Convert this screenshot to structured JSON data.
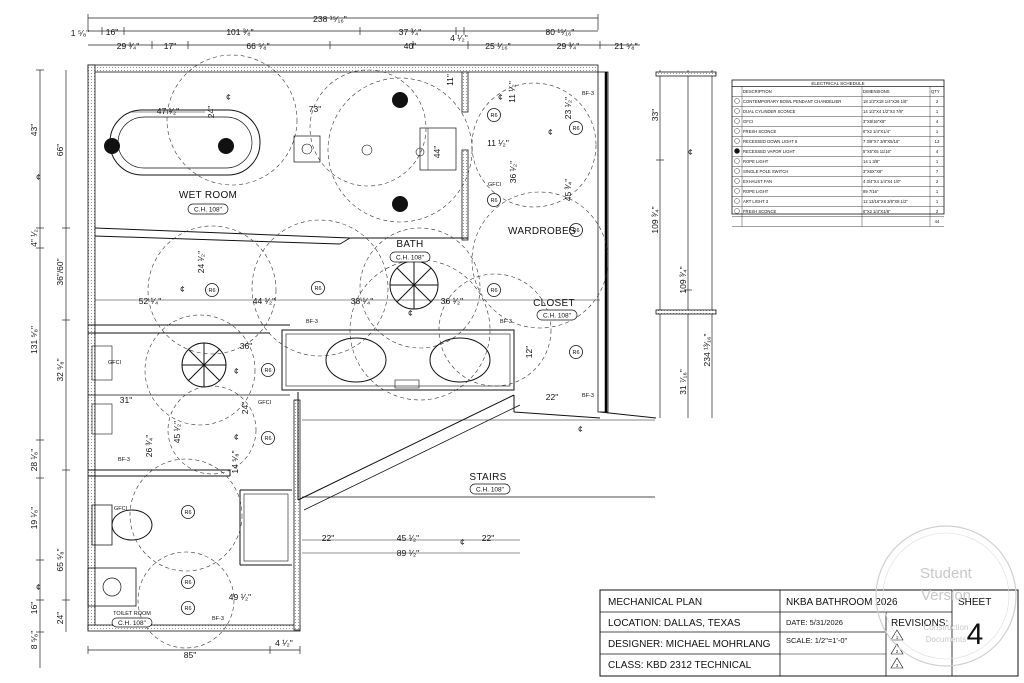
{
  "overall_dims": {
    "top_total": "238 ¹⁵⁄₁₆\"",
    "top_row1": [
      "1 ⁵⁄₈\"",
      "16\"",
      "101 ³⁄₈\"",
      "37 ³⁄₄\"",
      "4 ¹⁄₂\"",
      "80 ¹⁵⁄₁₆\""
    ],
    "top_row2": [
      "29 ³⁄₄\"",
      "17\"",
      "66 ⁵⁄₈\"",
      "40\"",
      "25 ¹⁄₁₆\"",
      "29 ³⁄₄\"",
      "21 ⁵⁄₈\""
    ],
    "left_col1": [
      "43\"",
      "4\" ¹⁄₂",
      "131 ⁵⁄₈\"",
      "28 ¹⁄₈\"",
      "19 ¹⁄₈\"",
      "16\"",
      "8 ⁵⁄₈\""
    ],
    "left_col2": [
      "66\"",
      "36\"/60\"",
      "32 ⁵⁄₈\"",
      "65 ⁵⁄₈\"",
      "24\""
    ],
    "right_col": [
      "33\"",
      "109 ³⁄₄\"",
      "109 ³⁄₄\"",
      "31 ⁷⁄₁₆\"",
      "234 ¹³⁄₁₆\""
    ],
    "interior": [
      "47 ¹⁄₂\"",
      "73\"",
      "24\"",
      "11\"",
      "11 ¹⁄₂\"",
      "23 ¹⁄₂\"",
      "11 ¹⁄₂\"",
      "44\"",
      "36 ¹⁄₂\"",
      "45 ³⁄₄\"",
      "24 ¹⁄₂\"",
      "52 ¹⁄₄\"",
      "44 ¹⁄₂\"",
      "38 ¹⁄₄\"",
      "36 ¹⁄₂\"",
      "36\"",
      "31\"",
      "24\"",
      "45 ¹⁄₂\"",
      "26 ³⁄₄\"",
      "14 ⁵⁄₈\"",
      "22\"",
      "45 ¹⁄₂\"",
      "89 ¹⁄₂\"",
      "22\"",
      "49 ¹⁄₂\"",
      "85\"",
      "4 ¹⁄₂\"",
      "22\"",
      "12\""
    ]
  },
  "rooms": [
    {
      "name": "WET ROOM",
      "ch": "C.H. 108\""
    },
    {
      "name": "BATH",
      "ch": "C.H. 108\""
    },
    {
      "name": "WARDROBES",
      "ch": ""
    },
    {
      "name": "CLOSET",
      "ch": "C.H. 108\""
    },
    {
      "name": "STAIRS",
      "ch": "C.H. 108\""
    },
    {
      "name": "TOILET ROOM",
      "ch": "C.H. 108\""
    }
  ],
  "tags": {
    "recessed": "R6",
    "gfci": "GFCI",
    "bf3": "BF-3",
    "centerline": "¢"
  },
  "schedule": {
    "title": "ELECTRICAL SCHEDULE",
    "headers": [
      "DESCRIPTION",
      "DIMENSIONS",
      "QTY"
    ],
    "rows": [
      [
        "CONTEMPORARY BOWL PENDANT CHANDELIER",
        "18 1/2\"X18 1/4\"X26 1/6\"",
        "2"
      ],
      [
        "DUAL CYLINDER SCONCE",
        "14 1/2\"X4 1/2\"X3 7/8\"",
        "1"
      ],
      [
        "GFCI",
        "3\"X8/16\"X8\"",
        "4"
      ],
      [
        "FRESH SCONCE",
        "6\"X2 1/4\"X1/4\"",
        "1"
      ],
      [
        "RECESSED DOWN LIGHT 6",
        "7 3/8\"X7 3/8\"X5/16\"",
        "13"
      ],
      [
        "RECESSED VAPOR LIGHT",
        "5\"X5\"X5 11/16\"",
        "4"
      ],
      [
        "ROPE LIGHT",
        "14 1 3/8\"",
        "1"
      ],
      [
        "SINGLE POLE SWITCH",
        "3\"X6X\"X8\"",
        "7"
      ],
      [
        "EXHAUST FAN",
        "4 3/4\"X4 1/4\"X4 1/0\"",
        "2"
      ],
      [
        "ROPE LIGHT",
        "89 7/16\"",
        "1"
      ],
      [
        "ART LIGHT 3",
        "12 13/16\"X8 3/8\"X8 1/2\"",
        "1"
      ],
      [
        "FRESH SCONCE",
        "6\"X2 1/4\"X1/8\"",
        "2"
      ]
    ],
    "total": "44"
  },
  "title_block": {
    "plan_name": "MECHANICAL PLAN",
    "location": "LOCATION: DALLAS, TEXAS",
    "designer": "DESIGNER: MICHAEL MOHRLANG",
    "class": "CLASS: KBD 2312 TECHNICAL",
    "project": "NKBA BATHROOM 2026",
    "date": "DATE: 5/31/2026",
    "scale": "SCALE: 1/2\"=1'-0\"",
    "revisions": "REVISIONS:",
    "revision_marks": [
      "1",
      "2",
      "3"
    ],
    "sheet_label": "SHEET",
    "sheet_number": "4"
  },
  "watermark": {
    "line1": "Student",
    "line2": "Version",
    "line3": "Construction",
    "line4": "Documents"
  }
}
